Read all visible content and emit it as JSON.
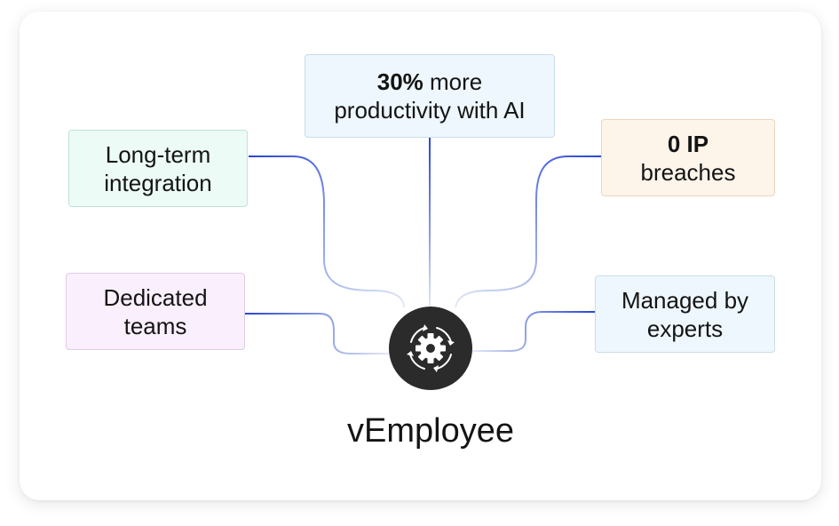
{
  "diagram": {
    "hub": {
      "label": "vEmployee",
      "icon": "gear-cycle-icon"
    },
    "nodes": {
      "productivity": {
        "bold": "30%",
        "rest": " more",
        "line2": "productivity with AI"
      },
      "long_term": {
        "line1": "Long-term",
        "line2": "integration"
      },
      "ip": {
        "bold": "0 IP",
        "line2": "breaches"
      },
      "dedicated": {
        "line1": "Dedicated",
        "line2": "teams"
      },
      "managed": {
        "line1": "Managed by",
        "line2": "experts"
      }
    },
    "colors": {
      "connector": "#2a44d8",
      "connector_fade": "#dbe3f5",
      "hub": "#2b2b2b"
    }
  }
}
